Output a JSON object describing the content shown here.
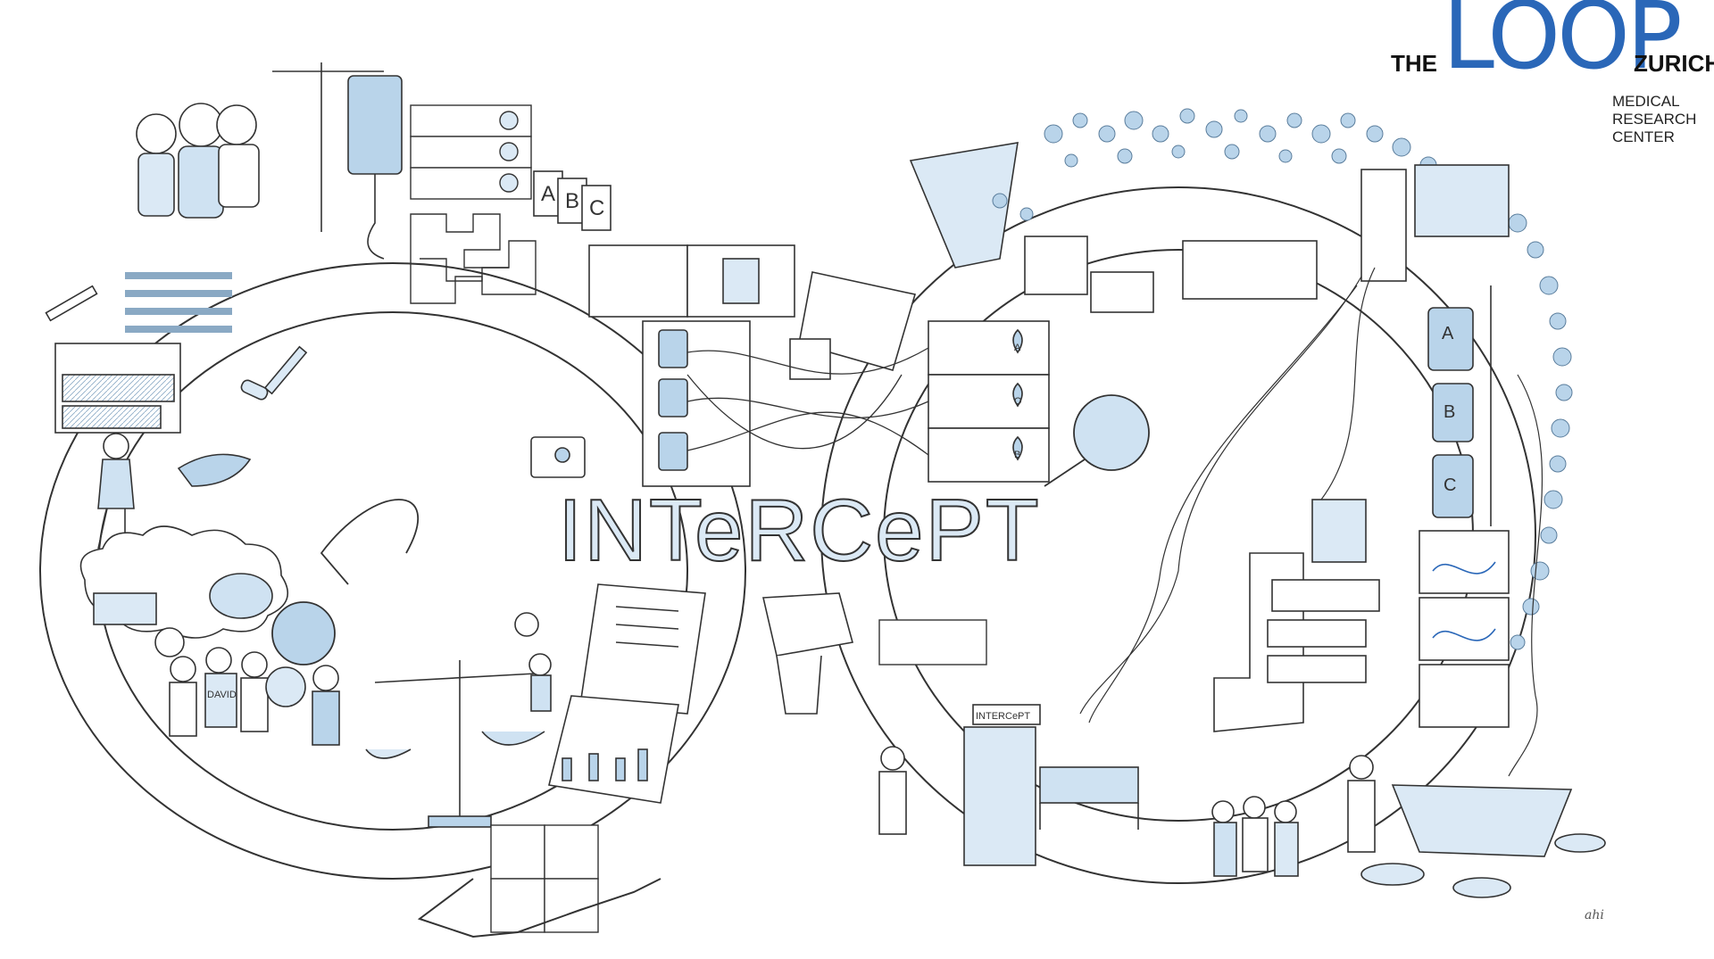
{
  "logo": {
    "the": "THE",
    "loop": "LOOP",
    "zurich": "ZURICH",
    "sub_lines": [
      "MEDICAL",
      "RESEARCH",
      "CENTER"
    ]
  },
  "main_title": "INTeRCePT",
  "door_sign": "INTERCePT",
  "lab_labels": [
    "A",
    "B",
    "C"
  ],
  "bag_labels": [
    "A",
    "B",
    "C"
  ],
  "patient_card": "DAVID",
  "drop_labels": [
    "A",
    "O",
    "B"
  ],
  "signature": "ahi",
  "colors": {
    "ink": "#333333",
    "blue_fill": "#c9dff0",
    "blue_dark": "#2a67b8",
    "bubble": "#b9d4ea"
  }
}
